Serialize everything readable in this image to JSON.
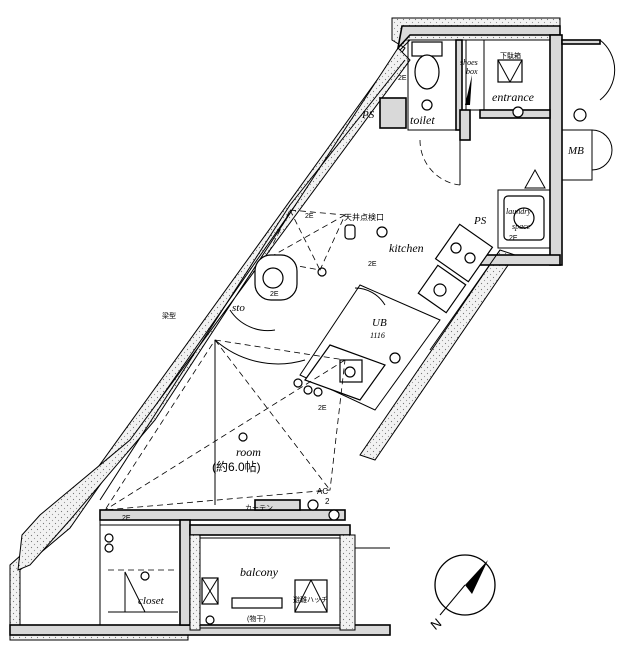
{
  "rooms": {
    "toilet": "toilet",
    "ps_top": "PS",
    "shoes_box_line1": "shoes",
    "shoes_box_line2": "box",
    "entrance": "entrance",
    "mb": "MB",
    "laundry_line1": "laundry",
    "laundry_line2": "space",
    "ps_kitchen": "PS",
    "kitchen": "kitchen",
    "ceiling_inspection": "天井点検口",
    "sto": "sto",
    "ub": "UB",
    "ub_size": "1116",
    "room": "room",
    "room_size": "(約6.0帖)",
    "balcony": "balcony",
    "closet": "closet",
    "hatch": "避難ハッチ",
    "ac": "AC",
    "ac_num": "2",
    "beam": "梁型",
    "curtain": "カーテン",
    "top_label": "下駄箱",
    "hanger": "(物干)"
  },
  "outlets": [
    "2E",
    "2E",
    "2E",
    "2E",
    "2E",
    "2E",
    "2E"
  ],
  "compass": {
    "label": "N"
  }
}
